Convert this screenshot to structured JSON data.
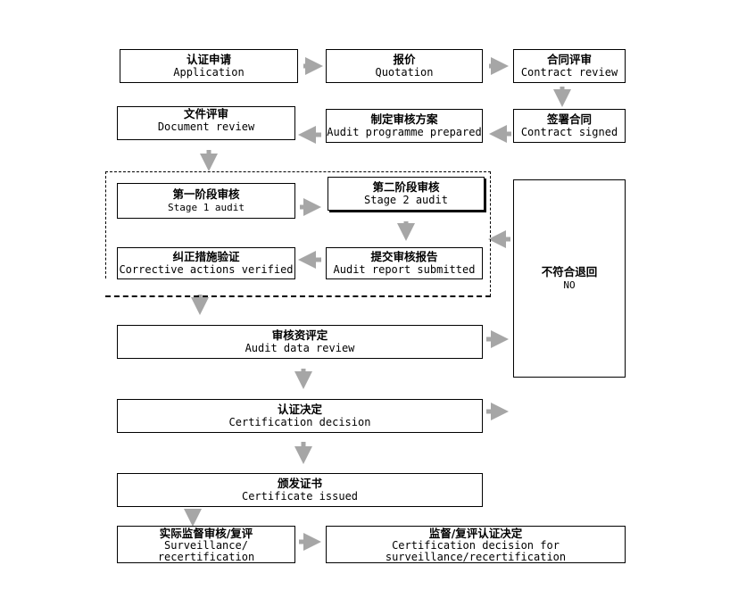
{
  "boxes": {
    "application": {
      "cn": "认证申请",
      "en": "Application"
    },
    "quotation": {
      "cn": "报价",
      "en": "Quotation"
    },
    "contract_review": {
      "cn": "合同评审",
      "en": "Contract review"
    },
    "contract_signed": {
      "cn": "签署合同",
      "en": "Contract signed"
    },
    "audit_programme": {
      "cn": "制定审核方案",
      "en": "Audit programme prepared"
    },
    "document_review": {
      "cn": "文件评审",
      "en": "Document review"
    },
    "stage1": {
      "cn": "第一阶段审核",
      "en": "Stage 1 audit"
    },
    "stage2": {
      "cn": "第二阶段审核",
      "en": "Stage 2 audit"
    },
    "report_submitted": {
      "cn": "提交审核报告",
      "en": "Audit report submitted"
    },
    "corrective_actions": {
      "cn": "纠正措施验证",
      "en": "Corrective actions verified"
    },
    "no_return": {
      "cn": "不符合退回",
      "en": "NO"
    },
    "data_review": {
      "cn": "审核资评定",
      "en": "Audit data review"
    },
    "certification_decision": {
      "cn": "认证决定",
      "en": "Certification decision"
    },
    "certificate_issued": {
      "cn": "颁发证书",
      "en": "Certificate issued"
    },
    "surveillance": {
      "cn": "实际监督审核/复评",
      "en1": "Surveillance/",
      "en2": "recertification"
    },
    "decision_surveillance": {
      "cn": "监督/复评认证决定",
      "en1": "Certification decision for",
      "en2": "surveillance/recertification"
    }
  },
  "colors": {
    "arrow": "#a6a6a6",
    "border": "#000000"
  }
}
